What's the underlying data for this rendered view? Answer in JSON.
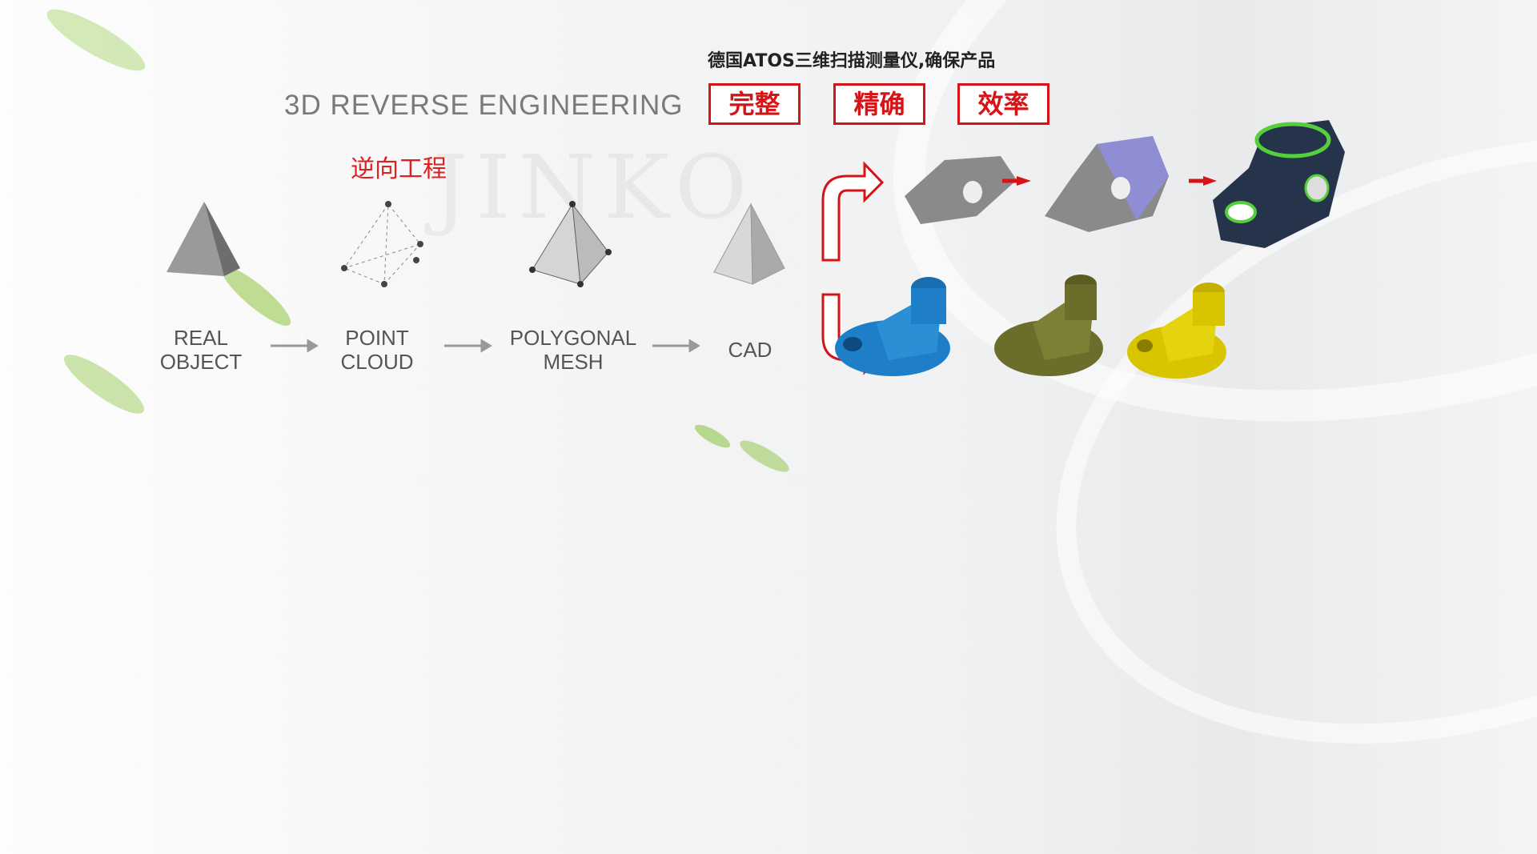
{
  "left": {
    "title_en": "3D REVERSE ENGINEERING",
    "title_cn": "逆向工程",
    "steps": [
      {
        "line1": "REAL",
        "line2": "OBJECT"
      },
      {
        "line1": "POINT",
        "line2": "CLOUD"
      },
      {
        "line1": "POLYGONAL",
        "line2": "MESH"
      },
      {
        "line1": "CAD",
        "line2": ""
      }
    ]
  },
  "right": {
    "headline": "德国ATOS三维扫描测量仪,确保产品",
    "keywords": [
      "完整",
      "精确",
      "效率"
    ]
  },
  "watermark": "JINKO",
  "colors": {
    "accent": "#d61418",
    "blue_part": "#1e7fc8",
    "olive_part": "#6b6e2a",
    "yellow_part": "#d9c400"
  }
}
